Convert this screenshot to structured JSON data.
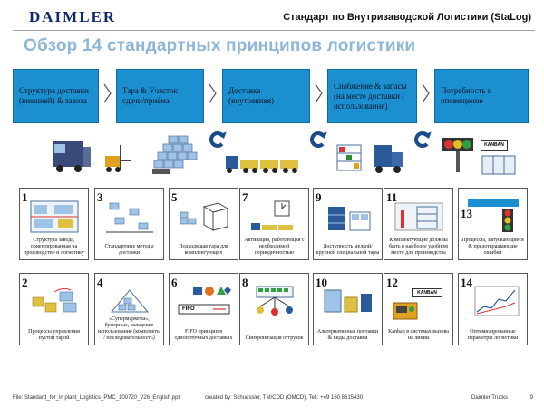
{
  "header": {
    "logo": "DAIMLER",
    "standard_title": "Стандарт по Внутризаводской Логистики (StaLog)"
  },
  "main_title": "Обзор 14 стандартных принципов логистики",
  "phases": [
    {
      "label": "Структура доставки (внешней) & завоза"
    },
    {
      "label": "Тара & Участок сдачи/приёма"
    },
    {
      "label": "Доставка (внутренняя)"
    },
    {
      "label": "Снабжение & запасы (на месте доставки / использования)"
    },
    {
      "label": "Потребность и оповещение"
    }
  ],
  "phase_illustrations": {
    "sign_label": "KANBAN"
  },
  "principles": [
    {
      "number": "1",
      "caption": "Структура завода, ориентированная на производство и логистику"
    },
    {
      "number": "3",
      "caption": "Стандартные методы доставки"
    },
    {
      "number": "5",
      "caption": "Подходящая тара для комплектующих"
    },
    {
      "number": "7",
      "caption": "Активация, работающая с необходимой периодичностью"
    },
    {
      "number": "9",
      "caption": "Доступность мелкой/крупной специальной тары"
    },
    {
      "number": "11",
      "caption": "Комплектующие должны быть в наиболее удобном месте для производства"
    },
    {
      "number": "13",
      "caption": "Процессы, запускающиеся & предотвращающие ошибки"
    },
    {
      "number": "2",
      "caption": "Процессы управления пустой тарой"
    },
    {
      "number": "4",
      "caption": "«Супермаркеты», буферные, складские использование (комплекты / последовательность)"
    },
    {
      "number": "6",
      "caption": "FIFO принцип в однопоточных доставках"
    },
    {
      "number": "8",
      "caption": "Синхронизация отгрузок"
    },
    {
      "number": "10",
      "caption": "Альтернативные поставки & виды доставки"
    },
    {
      "number": "12",
      "caption": "Kanban в системах вызова на линии"
    },
    {
      "number": "14",
      "caption": "Оптимизированные параметры логистики"
    }
  ],
  "card_labels": {
    "fifo": "FIFO",
    "kanban": "KANBAN"
  },
  "footer": {
    "file": "File: Standard_for_in plant_Logistics_PMC_100720_V26_English.ppt",
    "created": "created by: Schuessler, TM/CDD (OMCD), Tel.: +49 160 8615430",
    "brand": "Daimler Trucks",
    "page": "9"
  }
}
